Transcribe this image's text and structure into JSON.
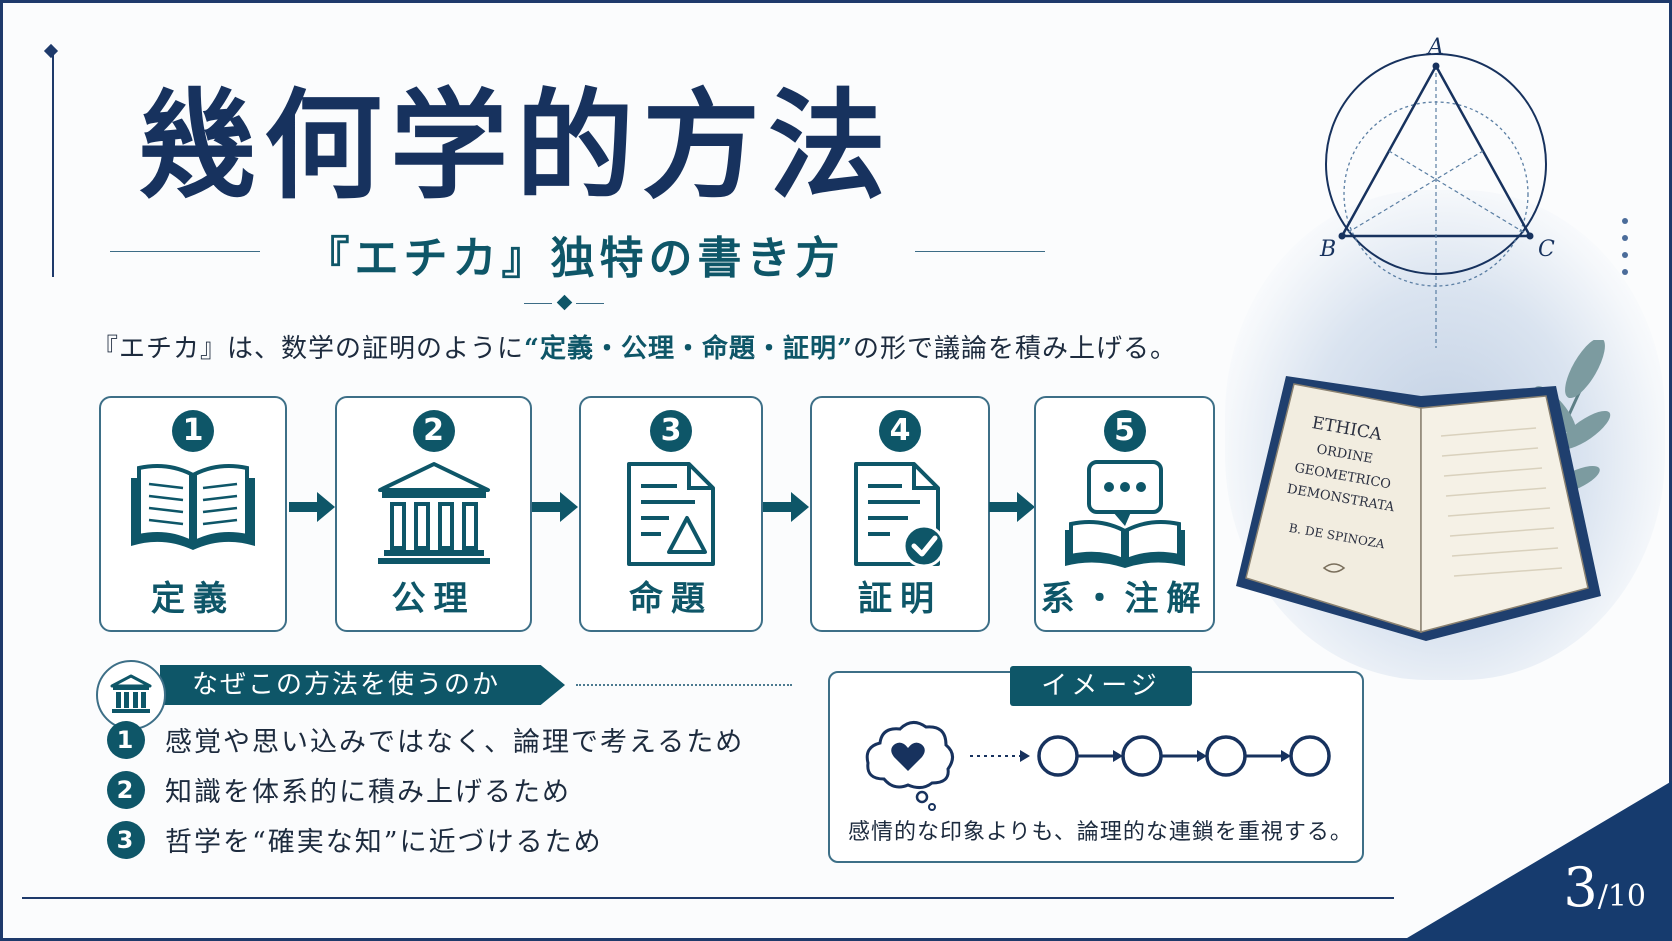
{
  "title": "幾何学的方法",
  "subtitle": "『エチカ』独特の書き方",
  "intro": {
    "before": "『エチカ』は、数学の証明のように",
    "highlight": "“定義・公理・命題・証明”",
    "after": "の形で議論を積み上げる。"
  },
  "steps": [
    {
      "number": "1",
      "label": "定義",
      "icon": "open-book-icon"
    },
    {
      "number": "2",
      "label": "公理",
      "icon": "pillared-building-icon"
    },
    {
      "number": "3",
      "label": "命題",
      "icon": "document-triangle-icon"
    },
    {
      "number": "4",
      "label": "証明",
      "icon": "document-check-icon"
    },
    {
      "number": "5",
      "label": "系・注解",
      "icon": "speech-book-icon"
    }
  ],
  "why": {
    "title": "なぜこの方法を使うのか",
    "icon": "temple-icon",
    "reasons": [
      {
        "number": "1",
        "text": "感覚や思い込みではなく、論理で考えるため"
      },
      {
        "number": "2",
        "text": "知識を体系的に積み上げるため"
      },
      {
        "number": "3",
        "text": "哲学を“確実な知”に近づけるため"
      }
    ]
  },
  "image": {
    "tag": "イメージ",
    "caption": "感情的な印象よりも、論理的な連鎖を重視する。",
    "icon": "heart-thought-cloud-icon"
  },
  "geometry": {
    "labels": [
      "A",
      "B",
      "C"
    ]
  },
  "book": {
    "lines": [
      "ETHICA",
      "ORDINE",
      "GEOMETRICO",
      "DEMONSTRATA"
    ],
    "author": "B. DE SPINOZA"
  },
  "page": {
    "current": "3",
    "total": "/10"
  },
  "colors": {
    "navy": "#17325e",
    "teal": "#0e5668",
    "border": "#3d6f87",
    "corner": "#163b6e"
  }
}
